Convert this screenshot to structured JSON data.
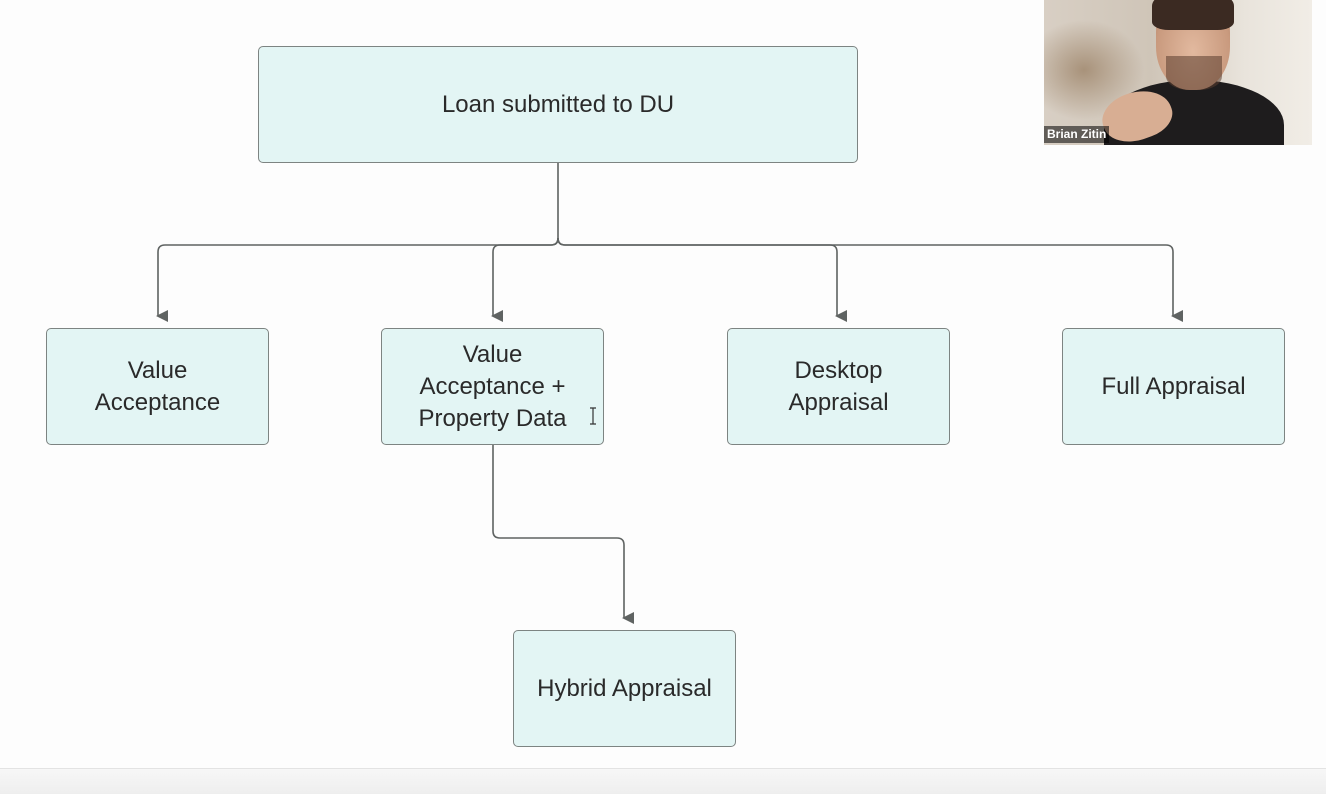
{
  "diagram": {
    "root": {
      "label": "Loan submitted to DU"
    },
    "options": [
      {
        "id": "value-acceptance",
        "label": "Value\nAcceptance"
      },
      {
        "id": "value-acceptance-property-data",
        "label": "Value\nAcceptance +\nProperty Data"
      },
      {
        "id": "desktop-appraisal",
        "label": "Desktop\nAppraisal"
      },
      {
        "id": "full-appraisal",
        "label": "Full Appraisal"
      }
    ],
    "child": {
      "label": "Hybrid Appraisal"
    }
  },
  "video": {
    "participant_name": "Brian Zitin"
  },
  "colors": {
    "node_fill": "#e3f5f4",
    "node_border": "#7d8482",
    "connector": "#5f6362"
  }
}
